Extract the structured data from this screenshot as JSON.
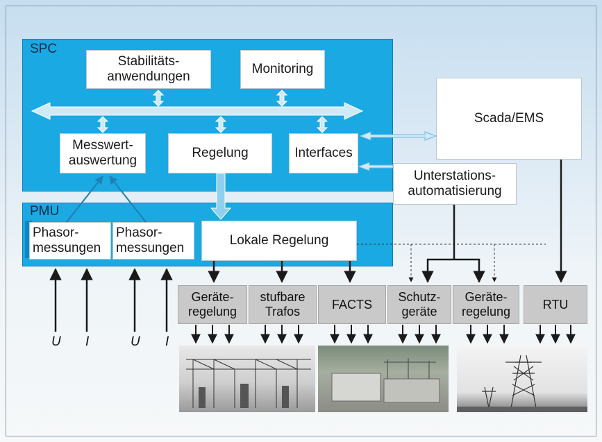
{
  "panels": {
    "spc": "SPC",
    "pmu": "PMU"
  },
  "spc_boxes": {
    "stability": "Stabilitäts-\nanwendungen",
    "monitoring": "Monitoring",
    "measurement_eval": "Messwert-\nauswertung",
    "control": "Regelung",
    "interfaces": "Interfaces"
  },
  "external_boxes": {
    "scada": "Scada/EMS",
    "substation": "Unterstations-\nautomatisierung"
  },
  "pmu_boxes": {
    "phasor_1": "Phasor-\nmessungen",
    "phasor_2": "Phasor-\nmessungen",
    "local_control": "Lokale Regelung"
  },
  "devices": [
    "Geräte-\nregelung",
    "stufbare\nTrafos",
    "FACTS",
    "Schutz-\ngeräte",
    "Geräte-\nregelung",
    "RTU"
  ],
  "inputs": [
    "U",
    "I",
    "U",
    "I"
  ],
  "colors": {
    "spc_blue": "#1aa9e2",
    "arrow_light_blue": "#8fd0ef",
    "device_grey": "#c9c9c9"
  }
}
